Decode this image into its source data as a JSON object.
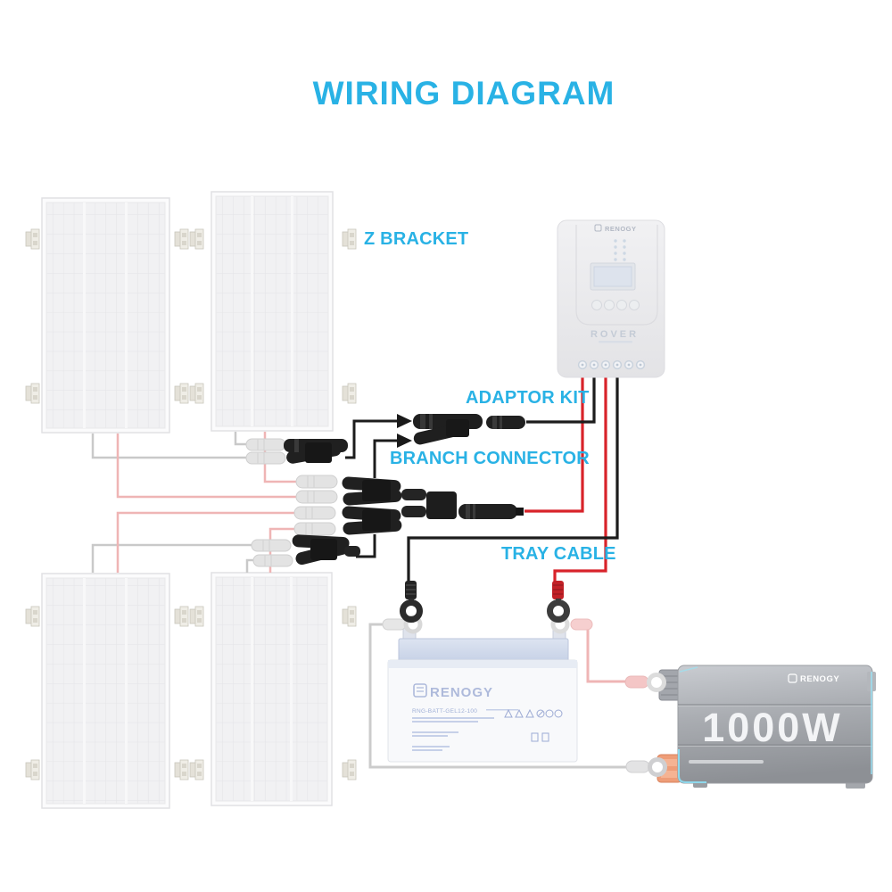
{
  "title": "WIRING DIAGRAM",
  "labels": {
    "z_bracket": "Z BRACKET",
    "adaptor_kit": "ADAPTOR KIT",
    "branch_connector": "BRANCH CONNECTOR",
    "tray_cable": "TRAY CABLE"
  },
  "charge_controller": {
    "brand": "RENOGY",
    "model": "ROVER"
  },
  "battery": {
    "brand": "RENOGY",
    "model": "RNG-BATT-GEL12-100"
  },
  "inverter": {
    "brand": "RENOGY",
    "power": "1000W"
  },
  "colors": {
    "accent": "#29b2e5",
    "wire_red": "#d8232a",
    "wire_black": "#1c1c1c",
    "ghost_gray": "#cccccc",
    "ghost_red": "#efb5b5"
  }
}
